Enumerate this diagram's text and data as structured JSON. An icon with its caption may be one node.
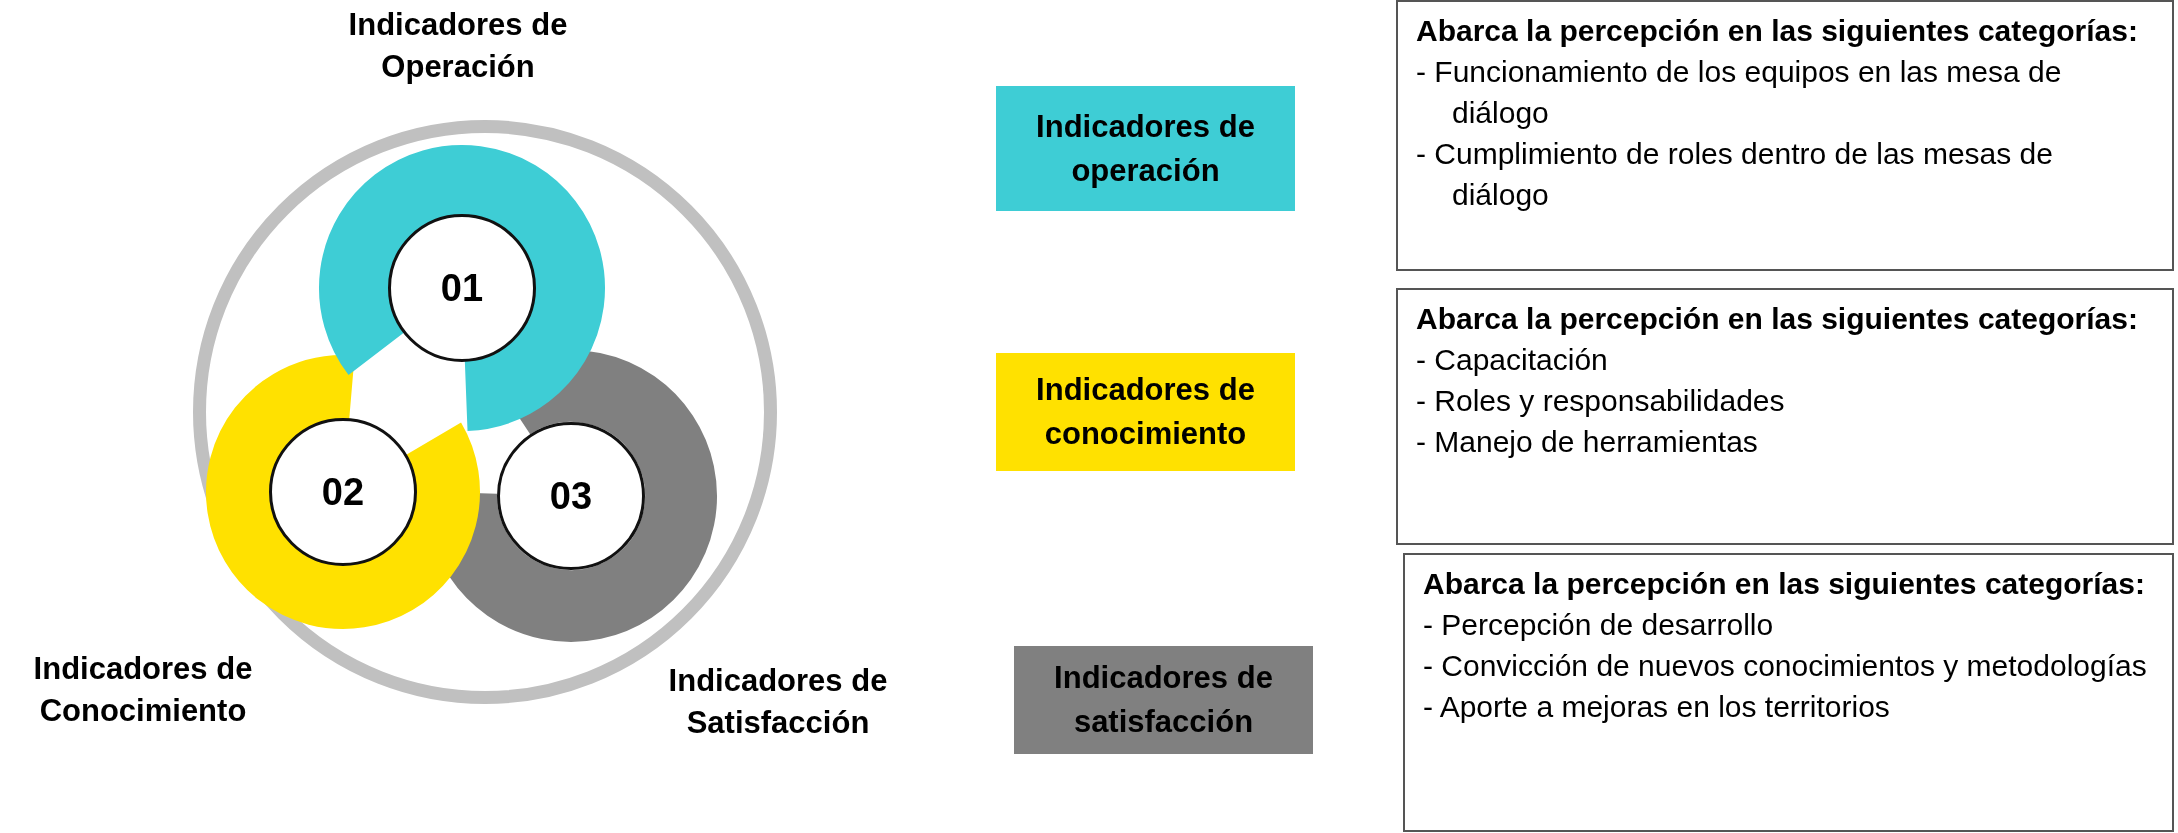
{
  "diagram": {
    "nodes": [
      {
        "text": [],
        "shape": "circle"
      },
      {
        "text": [
          "01"
        ],
        "in": 0
      },
      {
        "text": [
          "02"
        ],
        "in": 0
      },
      {
        "text": [
          "03"
        ],
        "in": 0
      },
      {
        "text": [
          "Indicadores de operación"
        ]
      },
      {
        "text": [
          "Abarca la percepción en las siguientes categorías:",
          "- Funcionamiento de los equipos en las mesa de diálogo",
          "- Cumplimiento de roles dentro de las mesas de diálogo"
        ]
      },
      {
        "text": [
          "Indicadores de conocimiento"
        ]
      },
      {
        "text": [
          "Abarca la percepción en las siguientes categorías:",
          "- Capacitación",
          "- Roles y responsabilidades",
          "- Manejo de herramientas"
        ]
      },
      {
        "text": [
          "Indicadores de satisfacción"
        ]
      },
      {
        "text": [
          "Abarca la percepción en las siguientes categorías:",
          "- Percepción de desarrollo",
          "- Convicción de nuevos conocimientos y metodologías",
          "- Aporte a mejoras en los territorios"
        ]
      }
    ],
    "labels": [
      "Indicadores de Operación",
      "Indicadores de Conocimiento",
      "Indicadores de Satisfacción"
    ]
  }
}
